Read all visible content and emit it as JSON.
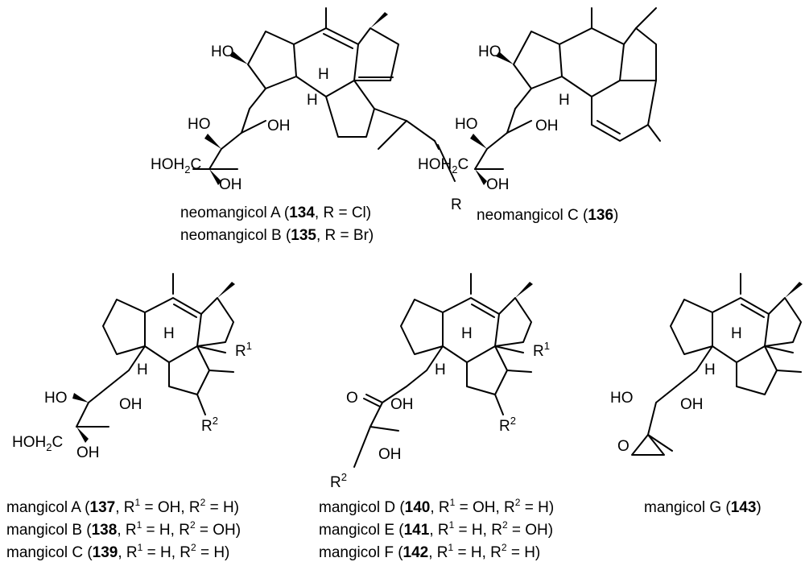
{
  "compounds": [
    {
      "prefix": "neomangicol A (",
      "number": "134",
      "r1": "",
      "r2": "",
      "tail": ", R = Cl)"
    },
    {
      "prefix": "neomangicol B (",
      "number": "135",
      "r1": "",
      "r2": "",
      "tail": ", R = Br)"
    },
    {
      "prefix": "neomangicol C (",
      "number": "136",
      "tail": ")"
    },
    {
      "prefix": "mangicol A (",
      "number": "137",
      "p1": ", R",
      "s1": "1",
      "p2": " = OH, R",
      "s2": "2",
      "p3": " = H)"
    },
    {
      "prefix": "mangicol B (",
      "number": "138",
      "p1": ", R",
      "s1": "1",
      "p2": " = H, R",
      "s2": "2",
      "p3": " = OH)"
    },
    {
      "prefix": "mangicol C (",
      "number": "139",
      "p1": ", R",
      "s1": "1",
      "p2": " = H, R",
      "s2": "2",
      "p3": " = H)"
    },
    {
      "prefix": "mangicol D (",
      "number": "140",
      "p1": ", R",
      "s1": "1",
      "p2": " = OH, R",
      "s2": "2",
      "p3": " = H)"
    },
    {
      "prefix": "mangicol E (",
      "number": "141",
      "p1": ", R",
      "s1": "1",
      "p2": " = H, R",
      "s2": "2",
      "p3": " = OH)"
    },
    {
      "prefix": "mangicol F (",
      "number": "142",
      "p1": ", R",
      "s1": "1",
      "p2": " = H, R",
      "s2": "2",
      "p3": " = H)"
    },
    {
      "prefix": "mangicol G (",
      "number": "143",
      "tail": ")"
    }
  ],
  "atom_labels": {
    "ho": "HO",
    "oh": "OH",
    "h": "H",
    "r": "R",
    "o": "O",
    "hoh2c_a": "HOH",
    "hoh2c_sub": "2",
    "hoh2c_c": "C",
    "r_sup1": "1",
    "r_sup2": "2"
  }
}
